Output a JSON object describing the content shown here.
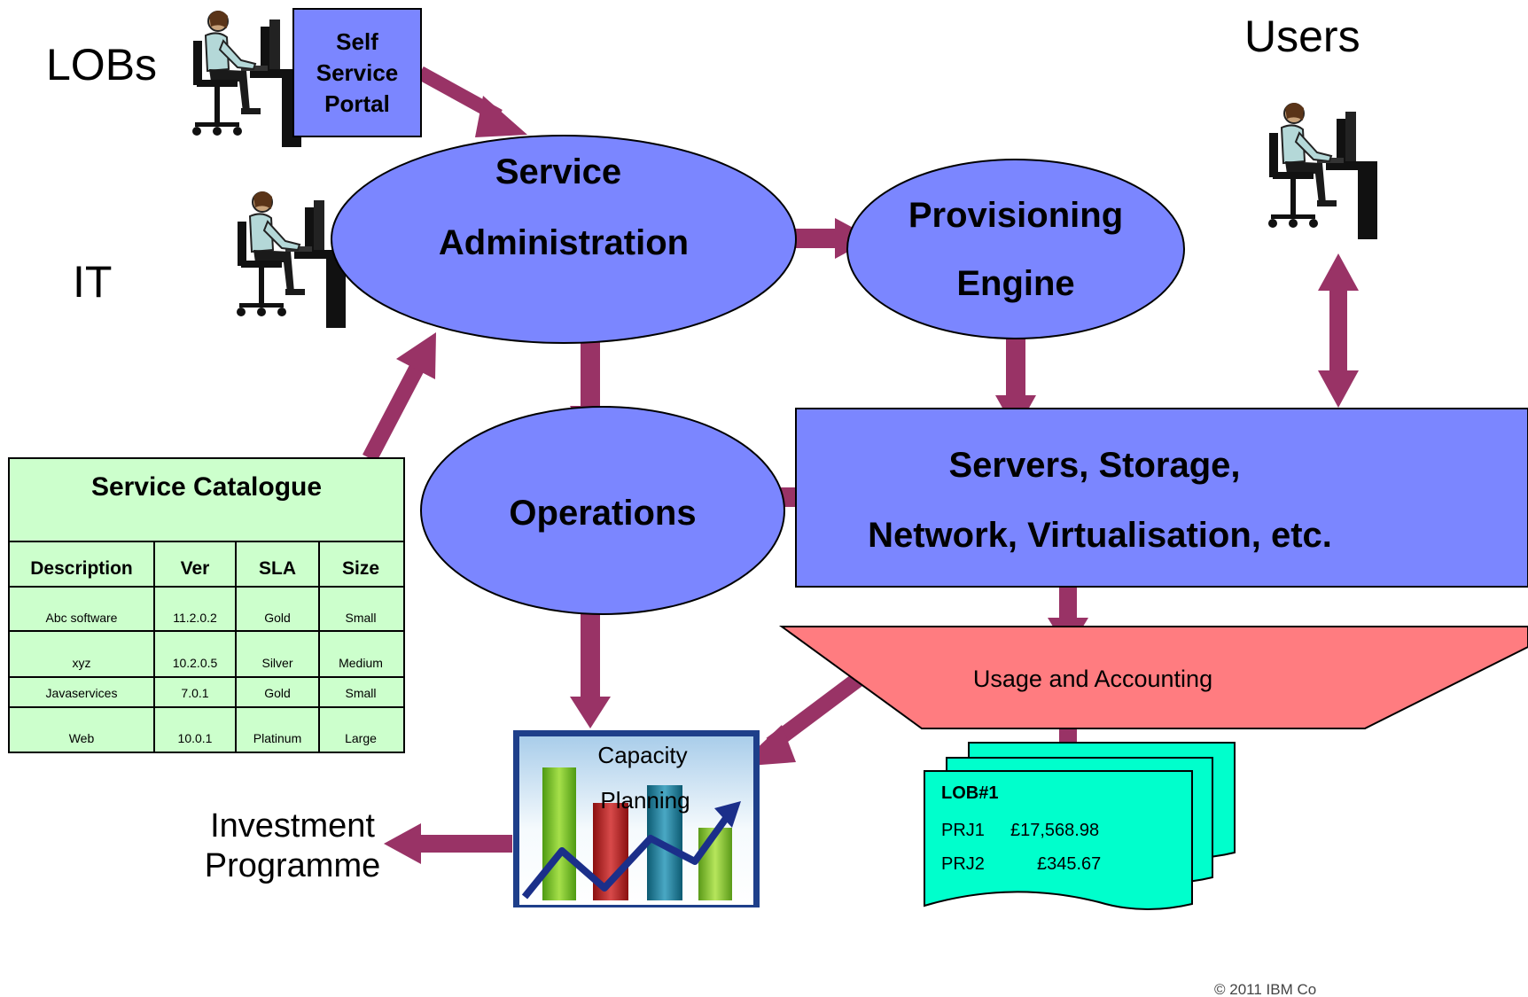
{
  "actors": {
    "lobs": "LOBs",
    "it": "IT",
    "users": "Users"
  },
  "self_service_portal": {
    "lines": [
      "Self",
      "Service",
      "Portal"
    ]
  },
  "service_administration": {
    "lines": [
      "Service",
      "Administration"
    ]
  },
  "provisioning_engine": {
    "lines": [
      "Provisioning",
      "Engine"
    ]
  },
  "operations": {
    "label": "Operations"
  },
  "infrastructure": {
    "lines": [
      "Servers, Storage,",
      "Network, Virtualisation, etc."
    ]
  },
  "usage_accounting": {
    "label": "Usage and Accounting"
  },
  "capacity_planning": {
    "lines": [
      "Capacity",
      "Planning"
    ]
  },
  "investment": {
    "lines": [
      "Investment",
      "Programme"
    ]
  },
  "service_catalogue": {
    "title": "Service Catalogue",
    "headers": [
      "Description",
      "Ver",
      "SLA",
      "Size"
    ],
    "rows": [
      [
        "Abc software",
        "11.2.0.2",
        "Gold",
        "Small"
      ],
      [
        "xyz",
        "10.2.0.5",
        "Silver",
        "Medium"
      ],
      [
        "Javaservices",
        "7.0.1",
        "Gold",
        "Small"
      ],
      [
        "Web",
        "10.0.1",
        "Platinum",
        "Large"
      ]
    ]
  },
  "invoice": {
    "title": "LOB#1",
    "rows": [
      {
        "project": "PRJ1",
        "amount": "£17,568.98"
      },
      {
        "project": "PRJ2",
        "amount": "£345.67"
      }
    ]
  },
  "copyright": "© 2011 IBM Co",
  "colors": {
    "ellipse_fill": "#7B86FF",
    "box_fill": "#7B86FF",
    "arrow": "#993366",
    "funnel_fill": "#FF7C80",
    "invoice_fill": "#00FFCC",
    "catalogue_fill": "#CCFFCC"
  }
}
